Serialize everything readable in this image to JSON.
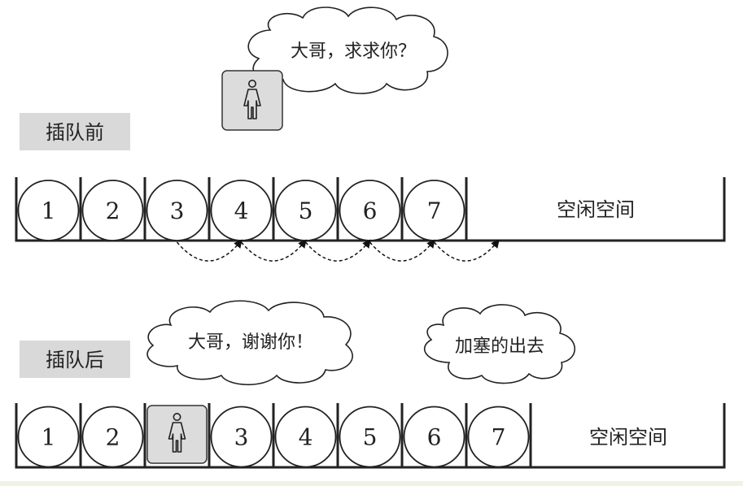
{
  "before": {
    "label": "插队前",
    "speech": "大哥，求求你？",
    "slots": [
      "1",
      "2",
      "3",
      "4",
      "5",
      "6",
      "7"
    ],
    "free_space": "空闲空间"
  },
  "after": {
    "label": "插队后",
    "speech_thanks": "大哥，谢谢你！",
    "speech_insert": "加塞的出去",
    "slots": [
      "1",
      "2",
      "",
      "3",
      "4",
      "5",
      "6",
      "7"
    ],
    "free_space": "空闲空间"
  },
  "icons": {
    "person": "female-person-icon",
    "arrow": "dashed-curved-arrow"
  },
  "colors": {
    "label_bg": "#d9d9d9",
    "person_box": "#dcdcdc",
    "stroke": "#222222"
  }
}
